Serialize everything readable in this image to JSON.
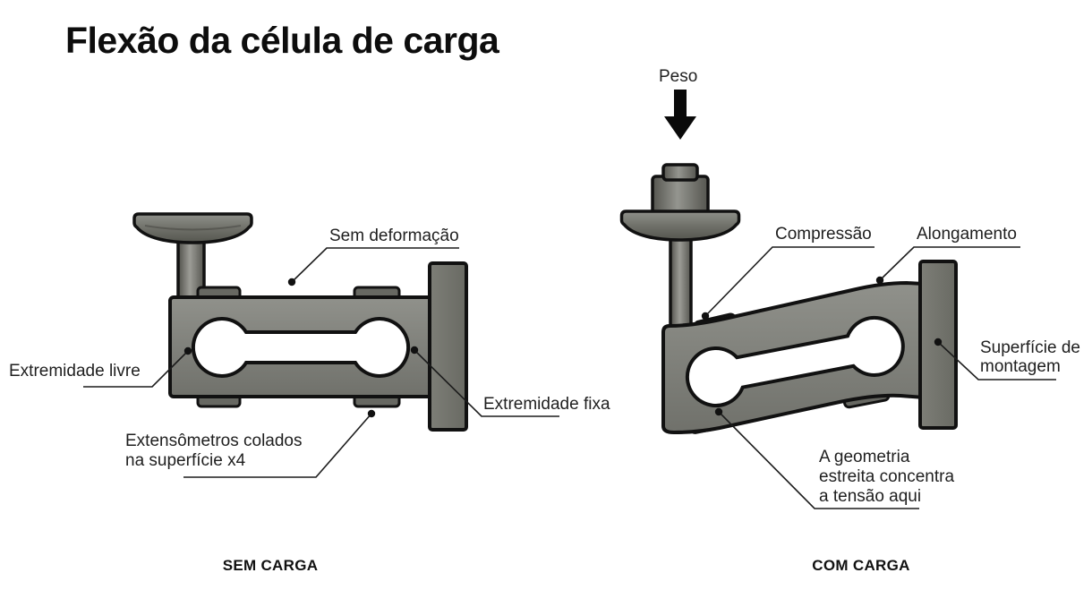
{
  "title": "Flexão da célula de carga",
  "left_diagram": {
    "caption": "SEM CARGA",
    "labels": {
      "sem_deformacao": "Sem deformação",
      "extremidade_livre": "Extremidade livre",
      "extremidade_fixa": "Extremidade fixa",
      "extensometros": [
        "Extensômetros colados",
        "na superfície x4"
      ]
    }
  },
  "right_diagram": {
    "caption": "COM CARGA",
    "labels": {
      "peso": "Peso",
      "compressao": "Compressão",
      "alongamento": "Alongamento",
      "superficie_montagem": [
        "Superfície de",
        "montagem"
      ],
      "geometria": [
        "A geometria",
        "estreita concentra",
        "a tensão aqui"
      ]
    }
  },
  "icons": {
    "weight_arrow": "down-arrow"
  },
  "colors": {
    "background": "#ffffff",
    "text": "#1f1f1f",
    "outline": "#111111",
    "metal_body_light": "#90918b",
    "metal_body_dark": "#70716b",
    "metal_plate": "#74756e",
    "strain_gauge": "#676862",
    "cutout": "#ffffff"
  }
}
